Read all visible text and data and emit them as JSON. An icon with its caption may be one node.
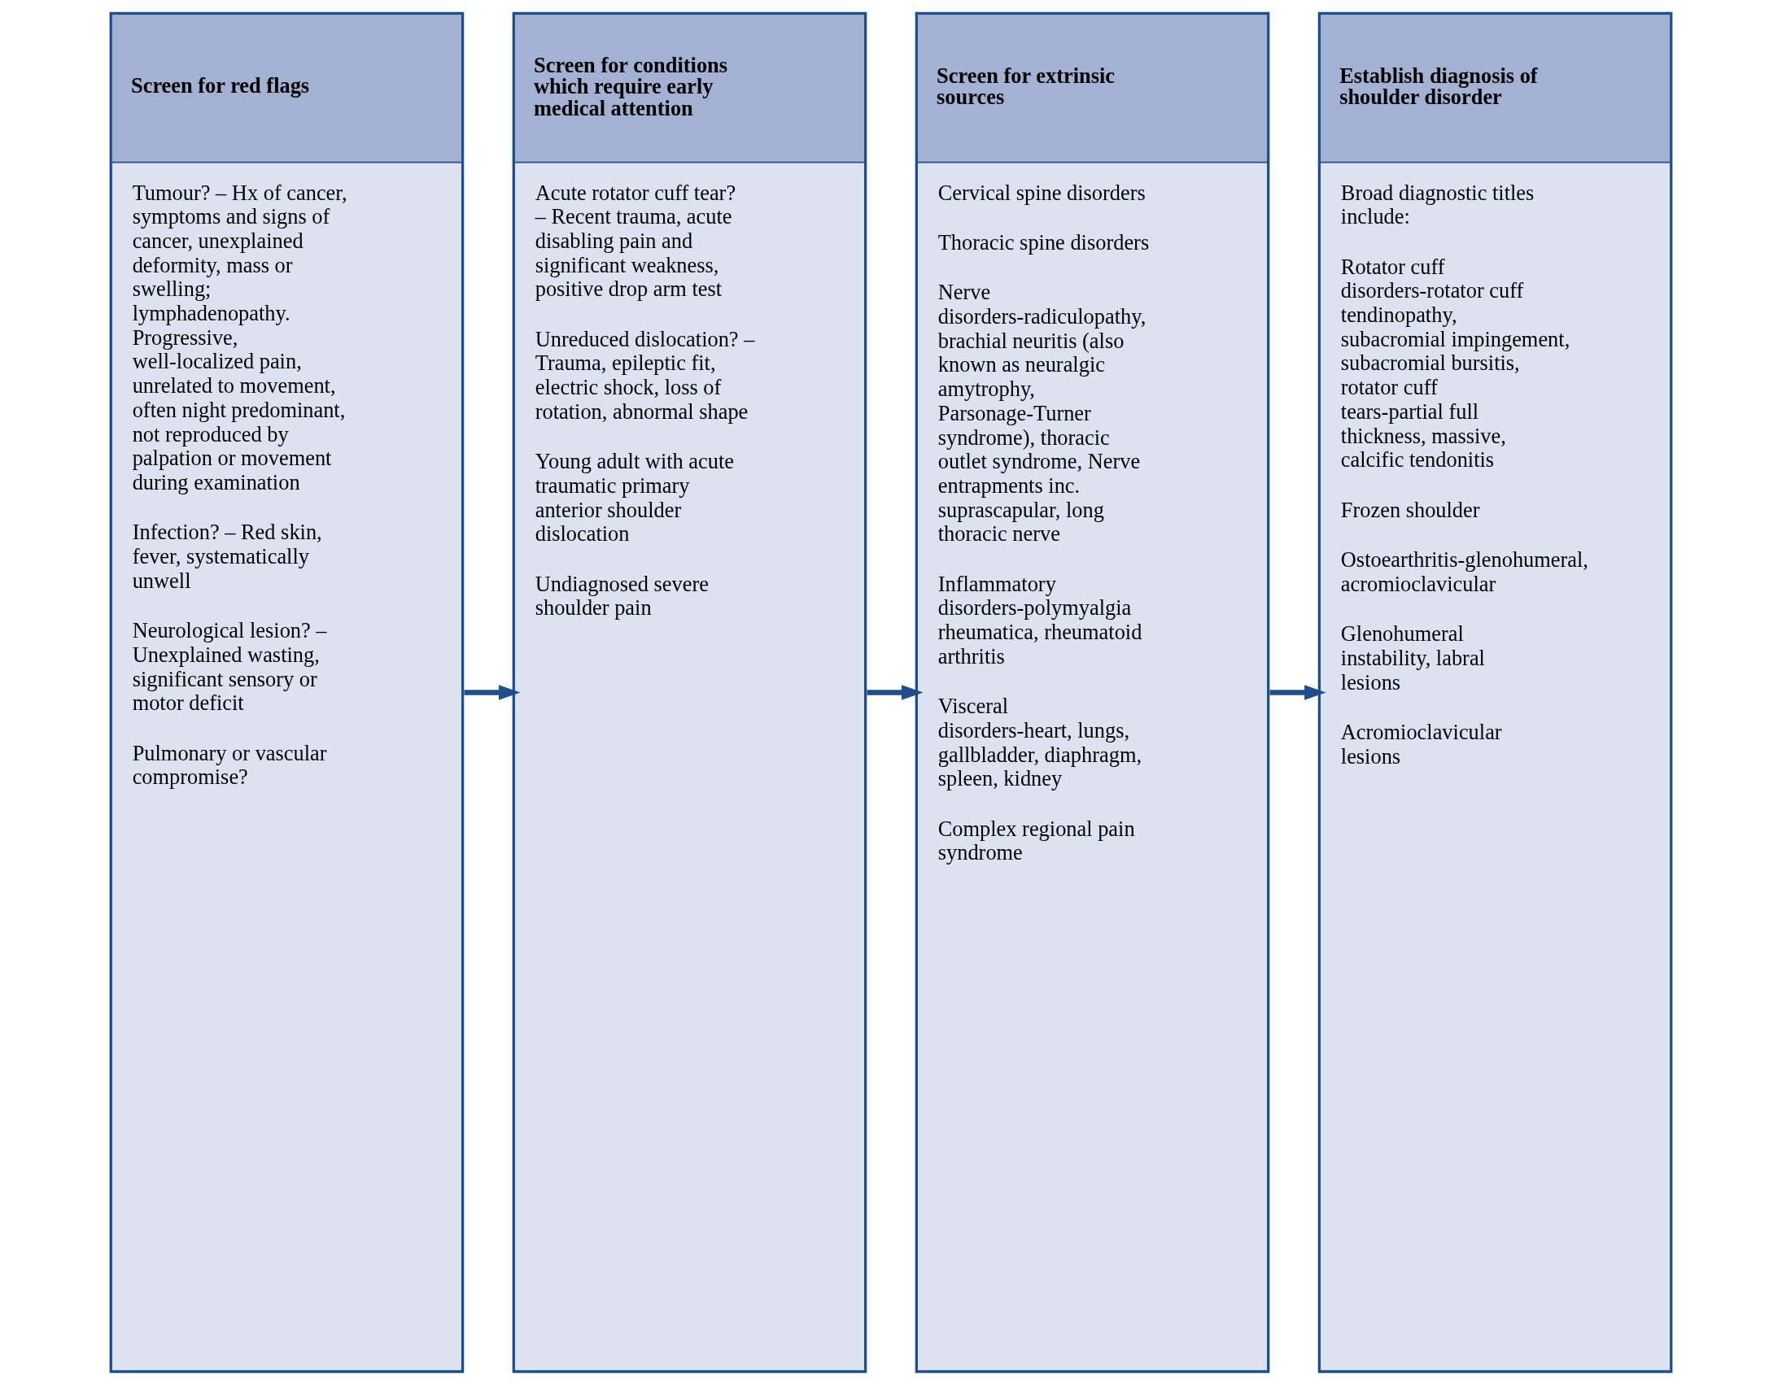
{
  "diagram": {
    "nodes": [
      {
        "text": [
          "Screen for red flags",
          "Tumour? – Hx of cancer, symptoms and signs of cancer, unexplained deformity, mass or swelling; lymphadenopathy. Progressive, well-localized pain, unrelated to movement, often night predominant, not reproduced by palpation or movement during examination",
          "Infection? – Red skin, fever, systematically unwell",
          "Neurological lesion? – Unexplained wasting, significant sensory or motor deficit",
          "Pulmonary or vascular compromise?"
        ]
      },
      {
        "text": [
          "Screen for conditions which require early medical attention",
          "Acute rotator cuff tear? – Recent trauma, acute disabling pain and significant weakness, positive drop arm test",
          "Unreduced dislocation? – Trauma, epileptic fit, electric shock, loss of rotation, abnormal shape",
          "Young adult with acute traumatic primary anterior shoulder dislocation",
          "Undiagnosed severe shoulder pain"
        ]
      },
      {
        "text": [
          "Screen for extrinsic sources",
          "Cervical spine disorders",
          "Thoracic spine disorders",
          "Nerve disorders-radiculopathy, brachial neuritis (also known as neuralgic amytrophy, Parsonage-Turner syndrome), thoracic outlet syndrome, Nerve entrapments inc. suprascapular, long thoracic nerve",
          "Inflammatory disorders-polymyalgia rheumatica, rheumatoid arthritis",
          "Visceral disorders-heart, lungs, gallbladder, diaphragm, spleen, kidney",
          "Complex regional pain syndrome"
        ]
      },
      {
        "text": [
          "Establish diagnosis of shoulder disorder",
          "Broad diagnostic titles include:",
          "Rotator cuff disorders-rotator cuff tendinopathy, subacromial impingement, subacromial bursitis, rotator cuff tears-partial full thickness, massive, calcific tendonitis",
          "Frozen shoulder",
          "Ostoearthritis-glenohumeral, acromioclavicular",
          "Glenohumeral instability, labral lesions",
          "Acromioclavicular lesions"
        ]
      }
    ],
    "edges": [
      {
        "from": 0,
        "to": 1,
        "arrow": "to"
      },
      {
        "from": 1,
        "to": 2,
        "arrow": "to"
      },
      {
        "from": 2,
        "to": 3,
        "arrow": "to"
      }
    ]
  }
}
